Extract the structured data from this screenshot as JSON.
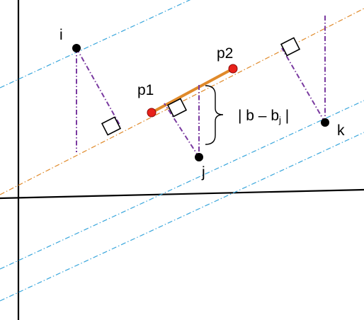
{
  "labels": {
    "i": "i",
    "j": "j",
    "k": "k",
    "p1": "p1",
    "p2": "p2",
    "formula_prefix": "| b – b",
    "formula_sub": "j",
    "formula_suffix": " |"
  },
  "colors": {
    "axis": "#000000",
    "segment": "#e08a2a",
    "regression_line": "#e08a2a",
    "parallel_lines": "#39a6dc",
    "perpendiculars": "#7a3aa0",
    "point_fill_black": "#000000",
    "point_fill_red": "#e8211a",
    "right_angle_box": "#000000"
  },
  "icons": {
    "brace": "right-curly-brace",
    "right_angle": "right-angle-square"
  }
}
